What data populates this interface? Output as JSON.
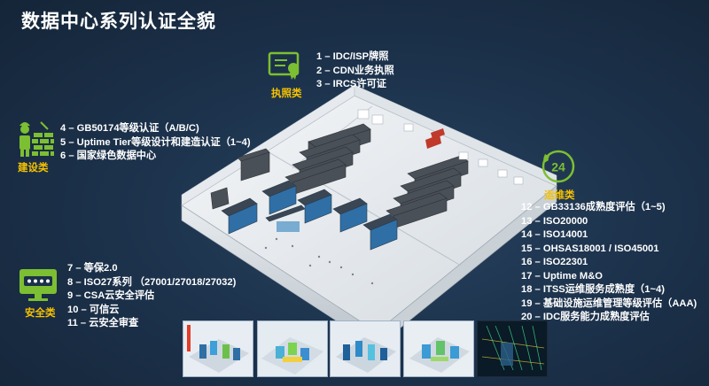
{
  "title": "数据中心系列认证全貌",
  "categories": {
    "license": {
      "label": "执照类",
      "icon": "certificate-icon",
      "items": [
        "1 – IDC/ISP牌照",
        "2 – CDN业务执照",
        "3 – IRCS许可证"
      ]
    },
    "construction": {
      "label": "建设类",
      "icon": "worker-brick-wall-icon",
      "items": [
        "4 – GB50174等级认证（A/B/C)",
        "5 – Uptime Tier等级设计和建造认证（1~4)",
        "6 – 国家绿色数据中心"
      ]
    },
    "operations": {
      "label": "运维类",
      "icon": "24-hour-phone-icon",
      "icon_text": "24",
      "items": [
        "12 – GB33136成熟度评估（1~5)",
        "13 – ISO20000",
        "14 – ISO14001",
        "15 – OHSAS18001 / ISO45001",
        "16 – ISO22301",
        "17 – Uptime M&O",
        "18 – ITSS运维服务成熟度（1~4)",
        "19 – 基础设施运维管理等级评估（AAA)",
        "20 – IDC服务能力成熟度评估"
      ]
    },
    "security": {
      "label": "安全类",
      "icon": "password-monitor-icon",
      "items": [
        "7 – 等保2.0",
        "8 – ISO27系列 （27001/27018/27032)",
        "9 – CSA云安全评估",
        "10 – 可信云",
        "11 – 云安全审查"
      ]
    }
  },
  "colors": {
    "background": "#1b3049",
    "accent_yellow": "#f6c200",
    "icon_green": "#7cbf32",
    "text": "#ffffff"
  },
  "illustrations": {
    "main": "data-center-3d-floorplan",
    "thumbnails": [
      "thermal-sim-1",
      "thermal-sim-2",
      "thermal-sim-3",
      "thermal-sim-4",
      "airflow-sim-5"
    ]
  }
}
